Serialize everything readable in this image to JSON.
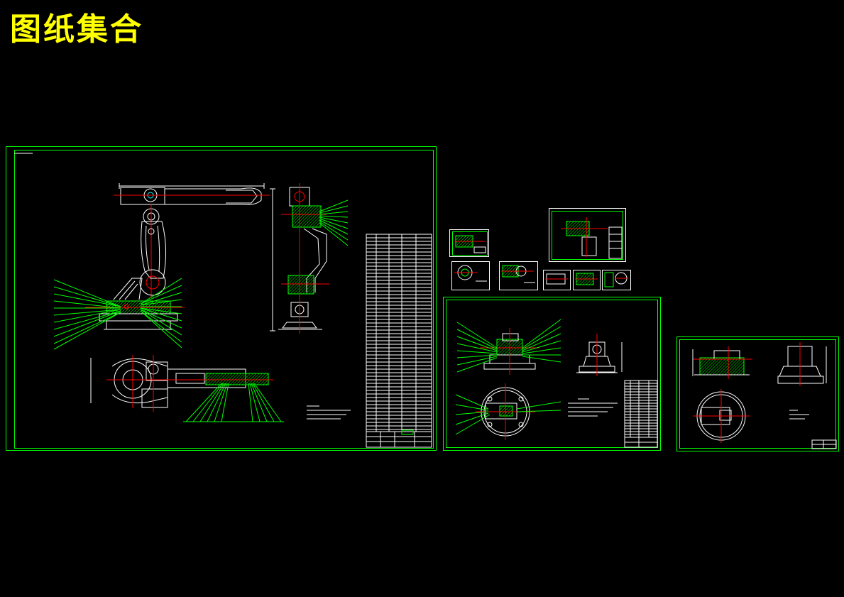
{
  "title": "图纸集合",
  "colors": {
    "background": "#000000",
    "title": "#ffff00",
    "frame": "#00ff00",
    "outline": "#ffffff",
    "centerline": "#ff0000",
    "leader": "#00ff00",
    "hatch": "#00ff00",
    "accent": "#00ffff"
  },
  "sheets": [
    {
      "id": "assembly-drawing",
      "kind": "robot-arm-general-assembly",
      "has_parts_list": true,
      "has_title_block": true
    },
    {
      "id": "part-drawing-1",
      "kind": "small-part"
    },
    {
      "id": "part-drawing-2",
      "kind": "small-part"
    },
    {
      "id": "part-drawing-3",
      "kind": "small-part"
    },
    {
      "id": "part-drawing-4",
      "kind": "small-part"
    },
    {
      "id": "part-drawing-5",
      "kind": "small-part"
    },
    {
      "id": "part-drawing-6",
      "kind": "small-part"
    },
    {
      "id": "part-drawing-7",
      "kind": "medium-part"
    },
    {
      "id": "base-assembly-drawing",
      "kind": "waist-base-assembly",
      "has_parts_list": true,
      "has_title_block": true
    },
    {
      "id": "base-part-drawing",
      "kind": "base-part",
      "has_title_block": true
    }
  ]
}
